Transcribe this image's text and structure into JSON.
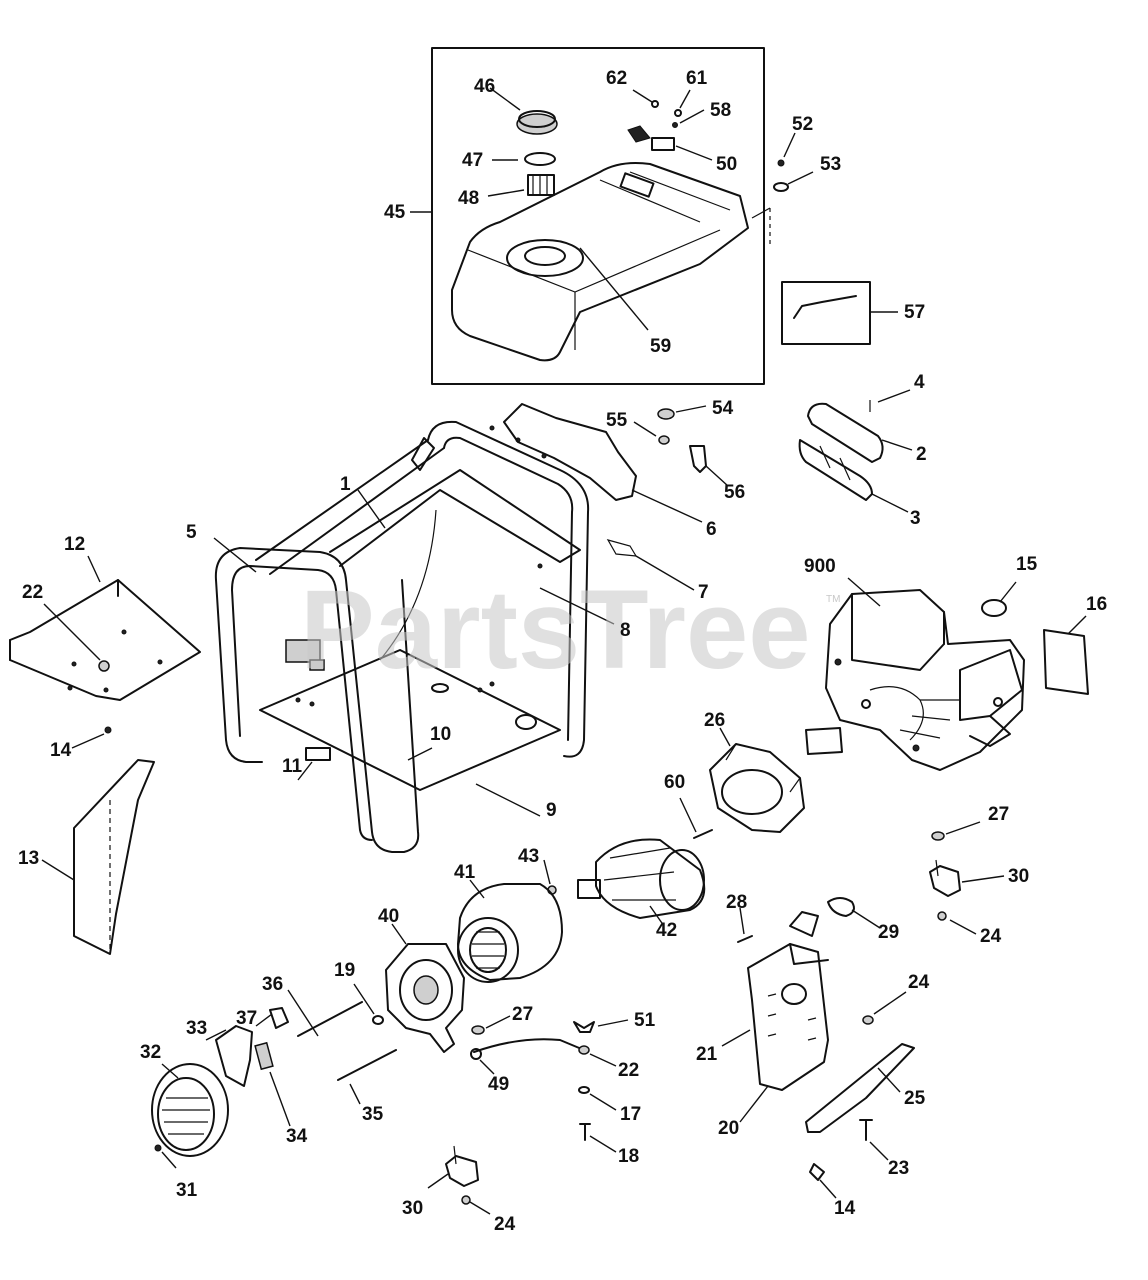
{
  "watermark": {
    "text": "PartsTree",
    "trademark": "TM"
  },
  "callouts": [
    "1",
    "2",
    "3",
    "4",
    "5",
    "6",
    "7",
    "8",
    "9",
    "10",
    "11",
    "12",
    "13",
    "14",
    "14",
    "15",
    "16",
    "17",
    "18",
    "19",
    "20",
    "21",
    "22",
    "22",
    "23",
    "24",
    "24",
    "24",
    "25",
    "26",
    "27",
    "27",
    "28",
    "29",
    "30",
    "30",
    "31",
    "32",
    "33",
    "34",
    "35",
    "36",
    "37",
    "40",
    "41",
    "42",
    "43",
    "45",
    "46",
    "47",
    "48",
    "49",
    "50",
    "51",
    "52",
    "53",
    "54",
    "55",
    "56",
    "57",
    "58",
    "59",
    "60",
    "61",
    "62",
    "900"
  ],
  "colors": {
    "line": "#111111",
    "watermark": "#c8c8c8",
    "background": "#ffffff"
  }
}
